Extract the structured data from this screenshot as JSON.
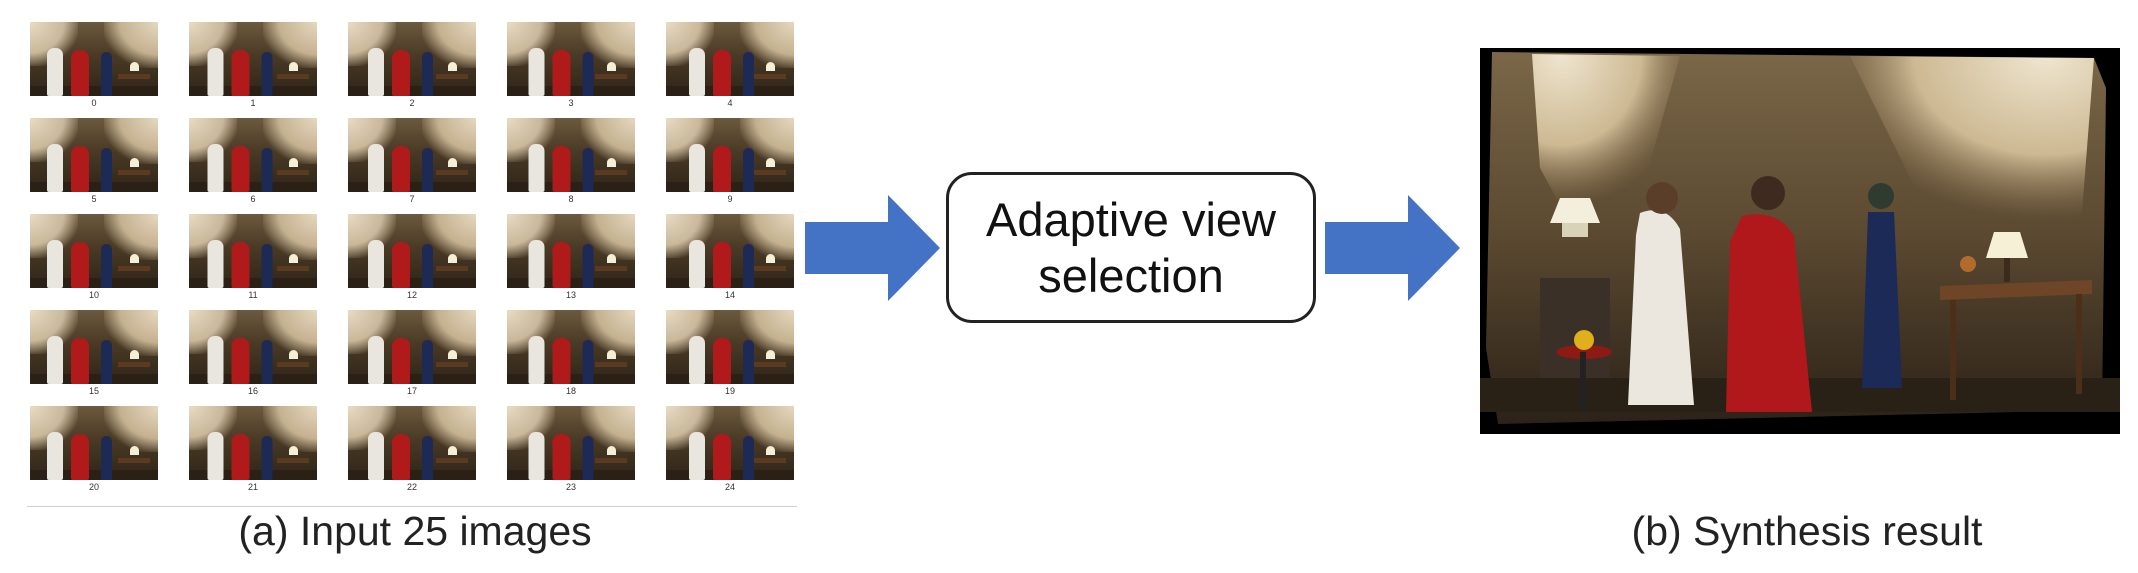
{
  "input_grid": {
    "labels": [
      "0",
      "1",
      "2",
      "3",
      "4",
      "5",
      "6",
      "7",
      "8",
      "9",
      "10",
      "11",
      "12",
      "13",
      "14",
      "15",
      "16",
      "17",
      "18",
      "19",
      "20",
      "21",
      "22",
      "23",
      "24"
    ],
    "caption": "(a) Input 25 images"
  },
  "process": {
    "label": "Adaptive view selection"
  },
  "output": {
    "caption": "(b) Synthesis result"
  },
  "colors": {
    "arrow": "#4472C4",
    "box_border": "#222222"
  }
}
